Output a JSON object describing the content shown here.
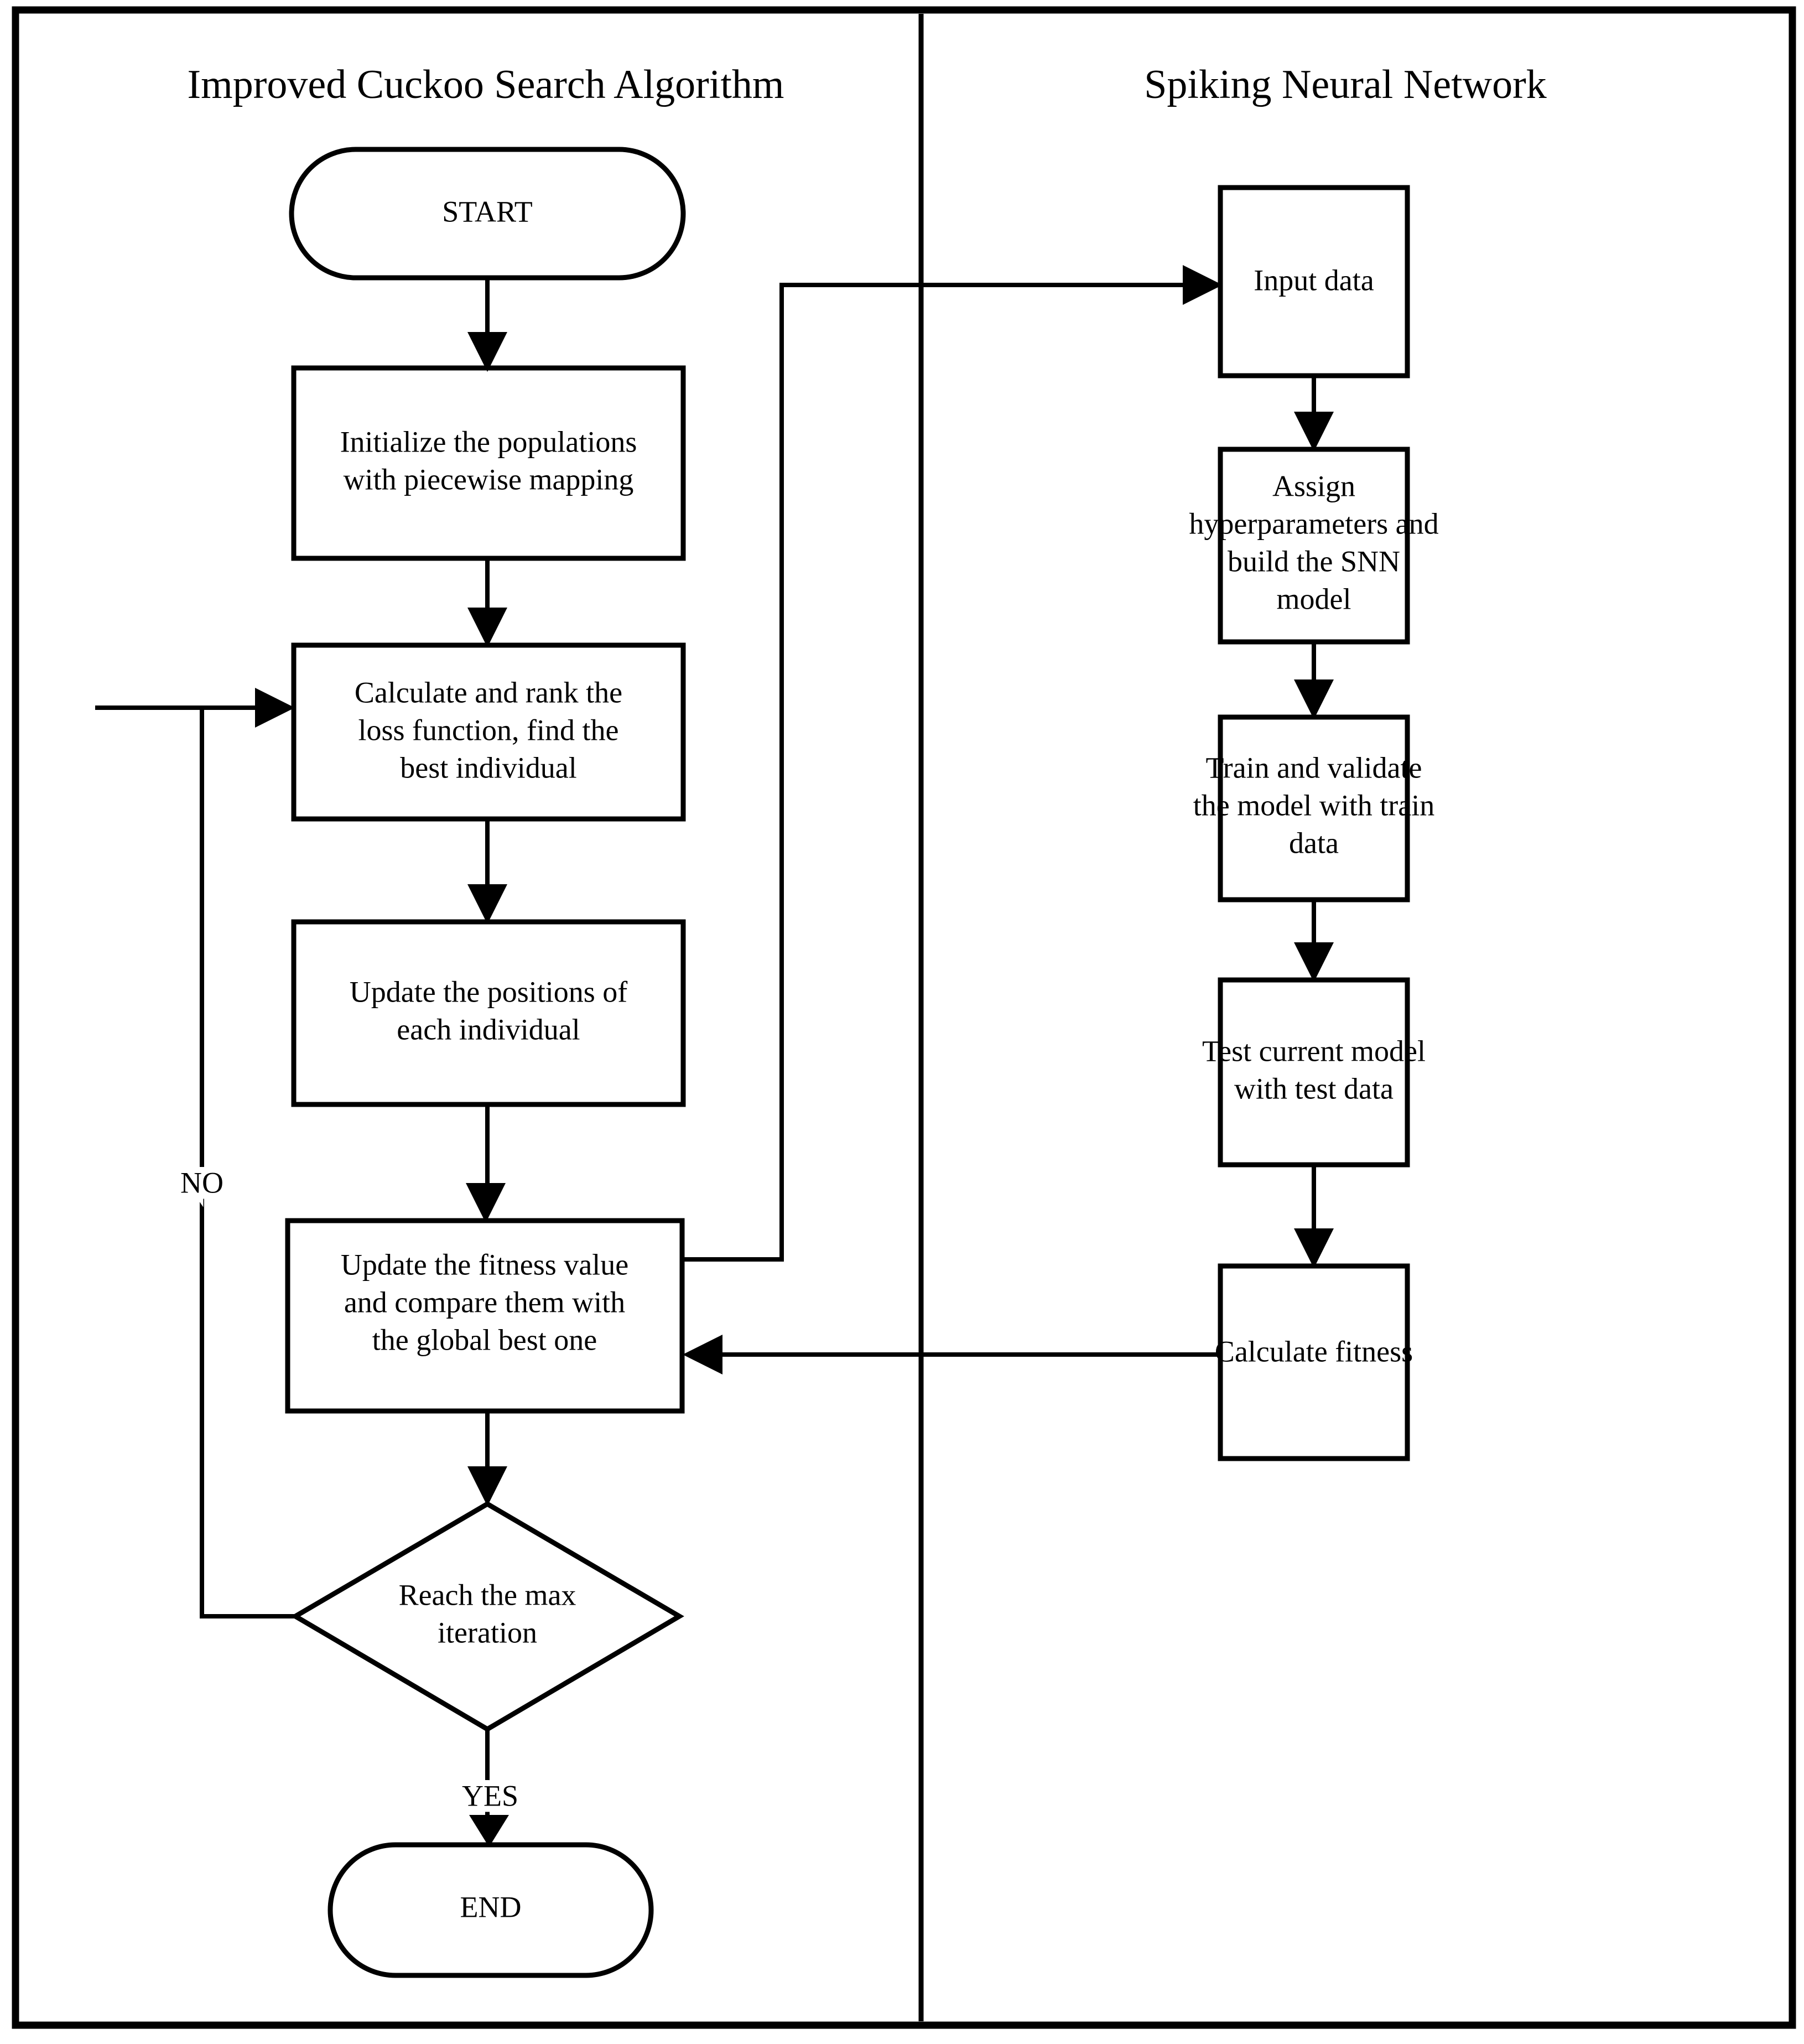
{
  "diagram": {
    "type": "flowchart",
    "background_color": "#ffffff",
    "line_color": "#000000",
    "panels": [
      {
        "id": "left",
        "title": "Improved Cuckoo Search Algorithm"
      },
      {
        "id": "right",
        "title": "Spiking Neural Network"
      }
    ],
    "nodes": [
      {
        "id": "start",
        "shape": "terminator",
        "panel": "left",
        "label": "START"
      },
      {
        "id": "init",
        "shape": "process",
        "panel": "left",
        "label": "Initialize the populations with piecewise mapping",
        "lines": [
          "Initialize the populations",
          "with piecewise mapping"
        ]
      },
      {
        "id": "rank",
        "shape": "process",
        "panel": "left",
        "label": "Calculate and rank the loss function, find the best individual",
        "lines": [
          "Calculate and rank the",
          "loss function, find the",
          "best individual"
        ]
      },
      {
        "id": "positions",
        "shape": "process",
        "panel": "left",
        "label": "Update the positions of each individual",
        "lines": [
          "Update the positions of",
          "each individual"
        ]
      },
      {
        "id": "fitnessval",
        "shape": "process",
        "panel": "left",
        "label": "Update the fitness value and compare them with the global best one",
        "lines": [
          "Update the fitness value",
          "and compare them with",
          "the global best one"
        ]
      },
      {
        "id": "decision",
        "shape": "decision",
        "panel": "left",
        "label": "Reach the max iteration",
        "lines": [
          "Reach the max",
          "iteration"
        ]
      },
      {
        "id": "end",
        "shape": "terminator",
        "panel": "left",
        "label": "END"
      },
      {
        "id": "inputdata",
        "shape": "process",
        "panel": "right",
        "label": "Input data",
        "lines": [
          "Input data"
        ]
      },
      {
        "id": "assign",
        "shape": "process",
        "panel": "right",
        "label": "Assign hyperparameters and build the SNN model",
        "lines": [
          "Assign",
          "hyperparameters and",
          "build the SNN",
          "model"
        ]
      },
      {
        "id": "train",
        "shape": "process",
        "panel": "right",
        "label": "Train and validate the model with train data",
        "lines": [
          "Train and validate",
          "the model with train",
          "data"
        ]
      },
      {
        "id": "test",
        "shape": "process",
        "panel": "right",
        "label": "Test current model with test data",
        "lines": [
          "Test current model",
          "with test data"
        ]
      },
      {
        "id": "calcfit",
        "shape": "process",
        "panel": "right",
        "label": "Calculate fitness",
        "lines": [
          "Calculate fitness"
        ]
      }
    ],
    "edges": [
      {
        "from": "start",
        "to": "init",
        "label": ""
      },
      {
        "from": "init",
        "to": "rank",
        "label": ""
      },
      {
        "from": "rank",
        "to": "positions",
        "label": ""
      },
      {
        "from": "positions",
        "to": "fitnessval",
        "label": ""
      },
      {
        "from": "fitnessval",
        "to": "decision",
        "label": ""
      },
      {
        "from": "decision",
        "to": "rank",
        "label": "NO"
      },
      {
        "from": "decision",
        "to": "end",
        "label": "YES"
      },
      {
        "from": "fitnessval",
        "to": "inputdata",
        "label": ""
      },
      {
        "from": "inputdata",
        "to": "assign",
        "label": ""
      },
      {
        "from": "assign",
        "to": "train",
        "label": ""
      },
      {
        "from": "train",
        "to": "test",
        "label": ""
      },
      {
        "from": "test",
        "to": "calcfit",
        "label": ""
      },
      {
        "from": "calcfit",
        "to": "fitnessval",
        "label": ""
      }
    ],
    "edge_labels": {
      "no": "NO",
      "yes": "YES"
    }
  }
}
